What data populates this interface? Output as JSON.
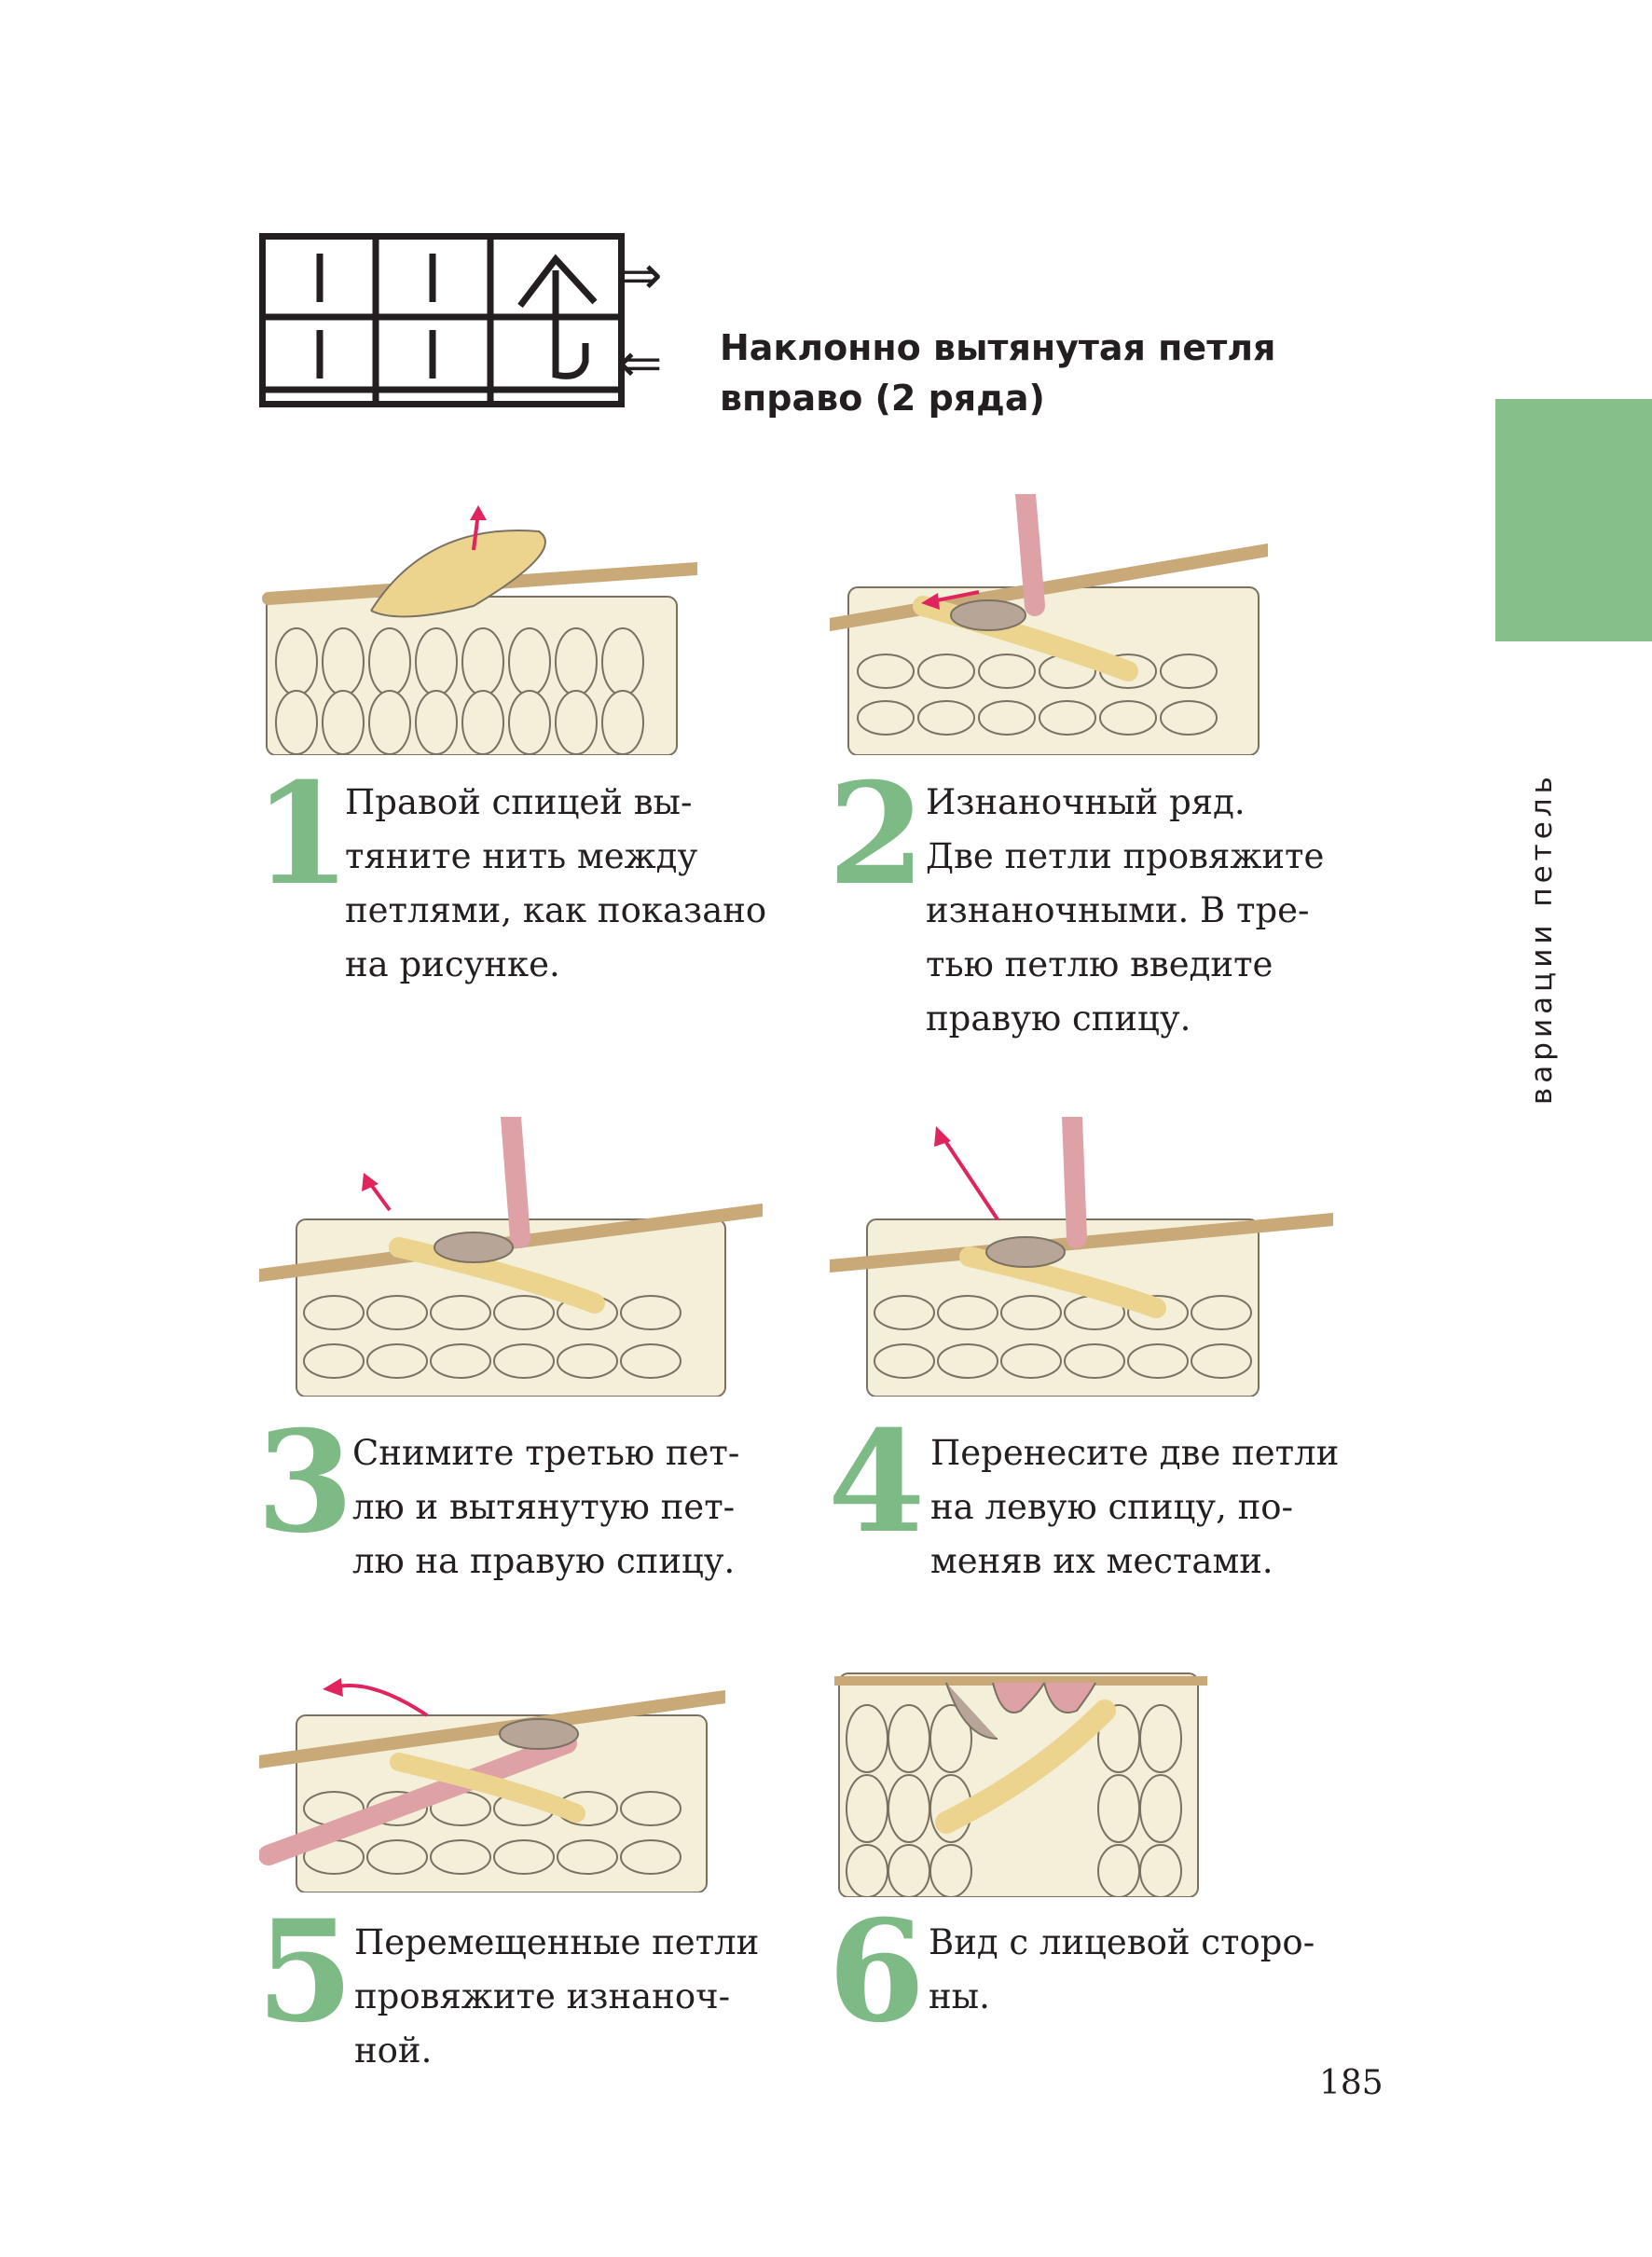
{
  "colors": {
    "accent_green": "#86bf8a",
    "number_green": "#7dba86",
    "yarn_cream": "#f3efd9",
    "yarn_yellow": "#ecd48f",
    "yarn_taupe": "#b7a697",
    "yarn_pink": "#dea2a6",
    "arrow_red": "#e0245e"
  },
  "header": {
    "arrow_right": "⇒",
    "arrow_left": "⇐",
    "title": "Наклонно вытянутая петля вправо (2 ряда)"
  },
  "side_tab": {
    "label": "вариации петель"
  },
  "steps": [
    {
      "number": "1",
      "text": "Правой спицей вы-\nтяните нить между\nпетлями, как показано\nна рисунке."
    },
    {
      "number": "2",
      "text": "Изнаночный ряд.\nДве петли провяжите\nизнаночными. В тре-\nтью петлю введите\nправую спицу."
    },
    {
      "number": "3",
      "text": "Снимите третью пет-\nлю и вытянутую пет-\nлю на правую спицу."
    },
    {
      "number": "4",
      "text": "Перенесите две петли\nна левую спицу, по-\nменяв их местами."
    },
    {
      "number": "5",
      "text": "Перемещенные петли\nпровяжите изнаноч-\nной."
    },
    {
      "number": "6",
      "text": "Вид с лицевой сторо-\nны."
    }
  ],
  "page_number": "185"
}
